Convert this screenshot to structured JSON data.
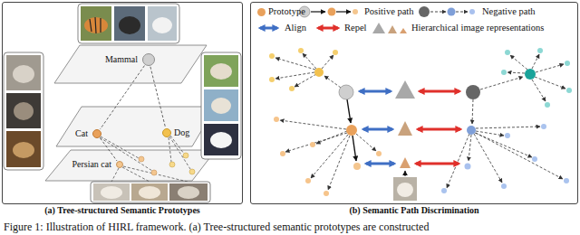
{
  "diagram": {
    "caption": "Figure 1: Illustration of HIRL framework. (a) Tree-structured semantic prototypes are constructed",
    "nodes": [
      {
        "text": [
          "(a) Tree-structured Semantic Prototypes"
        ]
      },
      {
        "text": [
          "Mammal"
        ],
        "in": 0
      },
      {
        "text": [
          "Cat"
        ],
        "in": 0
      },
      {
        "text": [
          "Dog"
        ],
        "in": 0
      },
      {
        "text": [
          "Persian cat"
        ],
        "in": 0
      },
      {
        "text": [
          "(b) Semantic Path Discrimination"
        ]
      }
    ],
    "edges": [
      {
        "from": 1,
        "to": 2,
        "arrow": "none"
      },
      {
        "from": 1,
        "to": 3,
        "arrow": "none"
      },
      {
        "from": 2,
        "to": 4,
        "arrow": "none"
      }
    ],
    "legend": [
      {
        "text": "Prototype",
        "color": "#e9a15b"
      },
      {
        "text": "Positive path"
      },
      {
        "text": "Negative path"
      },
      {
        "text": "Align"
      },
      {
        "text": "Repel"
      },
      {
        "text": "Hierarchical image representations"
      }
    ]
  }
}
